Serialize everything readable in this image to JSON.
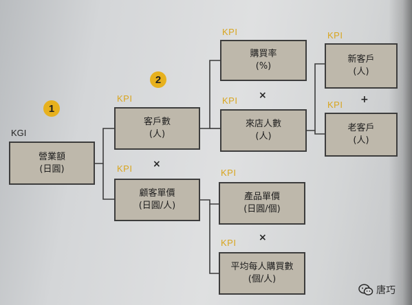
{
  "badges": {
    "one": "1",
    "two": "2"
  },
  "labels": {
    "kgi": "KGI",
    "kpi": "KPI"
  },
  "operators": {
    "times": "×",
    "plus": "+"
  },
  "nodes": {
    "revenue": {
      "line1": "營業額",
      "line2": "(日圓)"
    },
    "customers": {
      "line1": "客戶數",
      "line2": "(人)"
    },
    "unit_price": {
      "line1": "顧客單價",
      "line2": "(日圓/人)"
    },
    "purchase_rate": {
      "line1": "購買率",
      "line2": "(%)"
    },
    "visitors": {
      "line1": "來店人數",
      "line2": "(人)"
    },
    "product_price": {
      "line1": "產品單價",
      "line2": "(日圓/個)"
    },
    "avg_items": {
      "line1": "平均每人購買數",
      "line2": "(個/人)"
    },
    "new_customers": {
      "line1": "新客戶",
      "line2": "(人)"
    },
    "old_customers": {
      "line1": "老客戶",
      "line2": "(人)"
    }
  },
  "colors": {
    "box": "#beb8ab",
    "kpi_text": "#d8a51f",
    "badge": "#e7b11e"
  },
  "watermark": {
    "text": "唐巧",
    "icon": "wechat-icon"
  }
}
